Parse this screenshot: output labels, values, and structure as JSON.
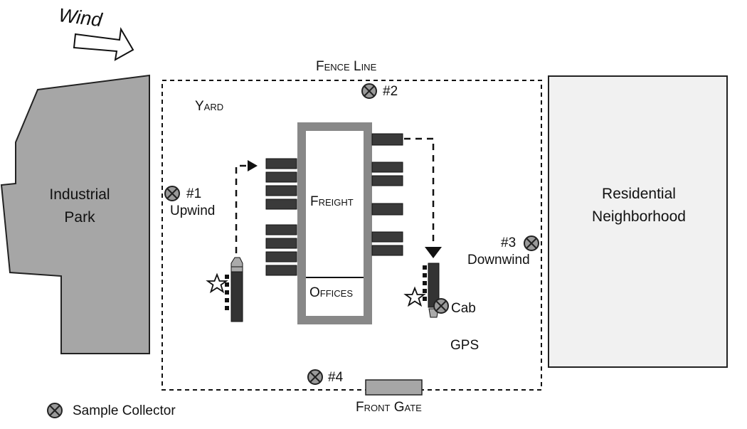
{
  "wind": {
    "label": "Wind"
  },
  "labels": {
    "fence_line": "Fence Line",
    "yard": "Yard",
    "freight": "Freight",
    "offices": "Offices",
    "front_gate": "Front Gate",
    "gps": "GPS",
    "cab": "Cab"
  },
  "areas": {
    "industrial_park": [
      "Industrial",
      "Park"
    ],
    "residential_neighborhood": [
      "Residential",
      "Neighborhood"
    ]
  },
  "samplers": {
    "s1": {
      "id": "#1",
      "desc": "Upwind"
    },
    "s2": {
      "id": "#2"
    },
    "s3": {
      "id": "#3",
      "desc": "Downwind"
    },
    "s4": {
      "id": "#4"
    }
  },
  "legend": {
    "label": "Sample Collector"
  },
  "colors": {
    "area_dark": "#a6a6a6",
    "area_light": "#f1f1f1",
    "dock": "#3a3a3a",
    "building_wall": "#8a8a8a",
    "sampler_fill": "#9a9a9a",
    "gate_fill": "#a6a6a6"
  }
}
